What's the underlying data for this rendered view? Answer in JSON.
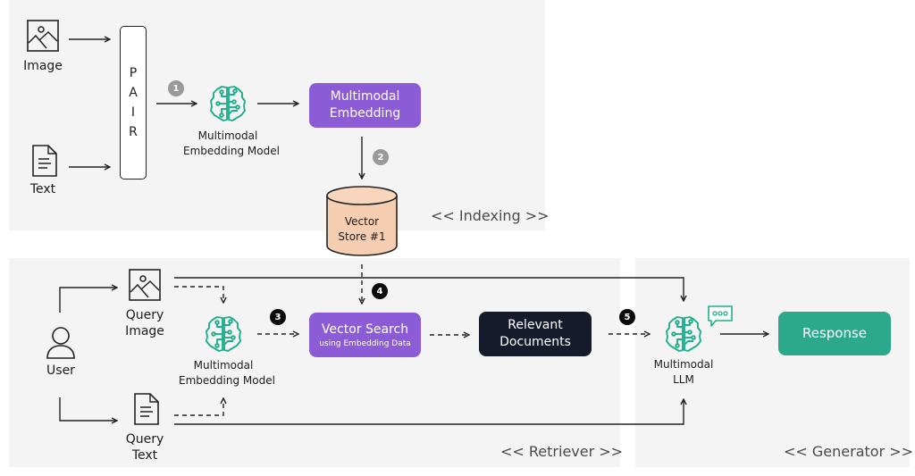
{
  "panels": {
    "indexing": {
      "label": "<< Indexing >>"
    },
    "retriever": {
      "label": "<< Retriever >>"
    },
    "generator": {
      "label": "<< Generator >>"
    }
  },
  "indexing": {
    "image_label": "Image",
    "text_label": "Text",
    "pair_letters": [
      "P",
      "A",
      "I",
      "R"
    ],
    "embedding_model_label_line1": "Multimodal",
    "embedding_model_label_line2": "Embedding Model",
    "embedding_box_line1": "Multimodal",
    "embedding_box_line2": "Embedding",
    "vector_store_line1": "Vector",
    "vector_store_line2": "Store #1"
  },
  "retriever": {
    "user_label": "User",
    "query_image_line1": "Query",
    "query_image_line2": "Image",
    "query_text_line1": "Query",
    "query_text_line2": "Text",
    "embedding_model_label_line1": "Multimodal",
    "embedding_model_label_line2": "Embedding Model",
    "vector_search_title": "Vector Search",
    "vector_search_subtitle": "using Embedding Data",
    "relevant_docs_line1": "Relevant",
    "relevant_docs_line2": "Documents"
  },
  "generator": {
    "llm_label_line1": "Multimodal",
    "llm_label_line2": "LLM",
    "response_label": "Response"
  },
  "steps": [
    "1",
    "2",
    "3",
    "4",
    "5"
  ],
  "colors": {
    "panel_bg": "#f4f4f4",
    "embedding_purple": "#8b5cd6",
    "documents_dark": "#161b2b",
    "response_green": "#2ba98a",
    "brain_teal": "#1fae8c",
    "vector_store_fill": "#f5cdb0",
    "step_grey": "#9a9a9a",
    "step_black": "#0b0b0b"
  }
}
